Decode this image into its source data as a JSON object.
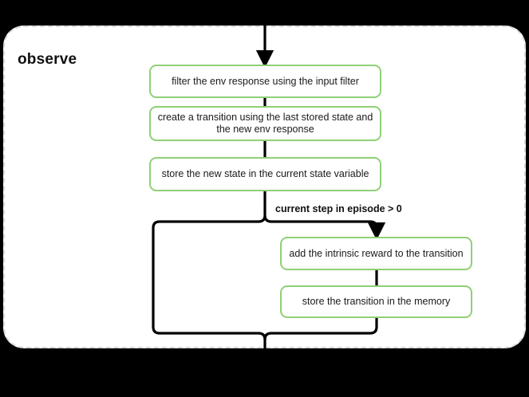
{
  "diagram": {
    "title": "observe",
    "type": "flowchart",
    "background_color": "#000000",
    "panel_background": "#ffffff",
    "panel_border_color": "#d9d9d9",
    "panel_border_style": "dashed",
    "node_border_color": "#8fd077",
    "edge_color": "#000000",
    "nodes": [
      {
        "id": "n0",
        "label": "filter the env response using the input filter"
      },
      {
        "id": "n1",
        "label": "create a transition using the last stored state and the new env response"
      },
      {
        "id": "n2",
        "label": "store the new state in the current state variable"
      },
      {
        "id": "n3",
        "label": "add the intrinsic reward to the transition"
      },
      {
        "id": "n4",
        "label": "store the transition in the memory"
      }
    ],
    "edges": [
      {
        "from": "external-input",
        "to": "n0",
        "label": ""
      },
      {
        "from": "n0",
        "to": "n1",
        "label": ""
      },
      {
        "from": "n1",
        "to": "n2",
        "label": ""
      },
      {
        "from": "n2",
        "to": "n3",
        "label": "current step in episode > 0"
      },
      {
        "from": "n2",
        "to": "merge",
        "label": ""
      },
      {
        "from": "n3",
        "to": "n4",
        "label": ""
      },
      {
        "from": "n4",
        "to": "merge",
        "label": ""
      },
      {
        "from": "merge",
        "to": "external-output",
        "label": ""
      }
    ],
    "branch_label": "current step in episode > 0"
  }
}
